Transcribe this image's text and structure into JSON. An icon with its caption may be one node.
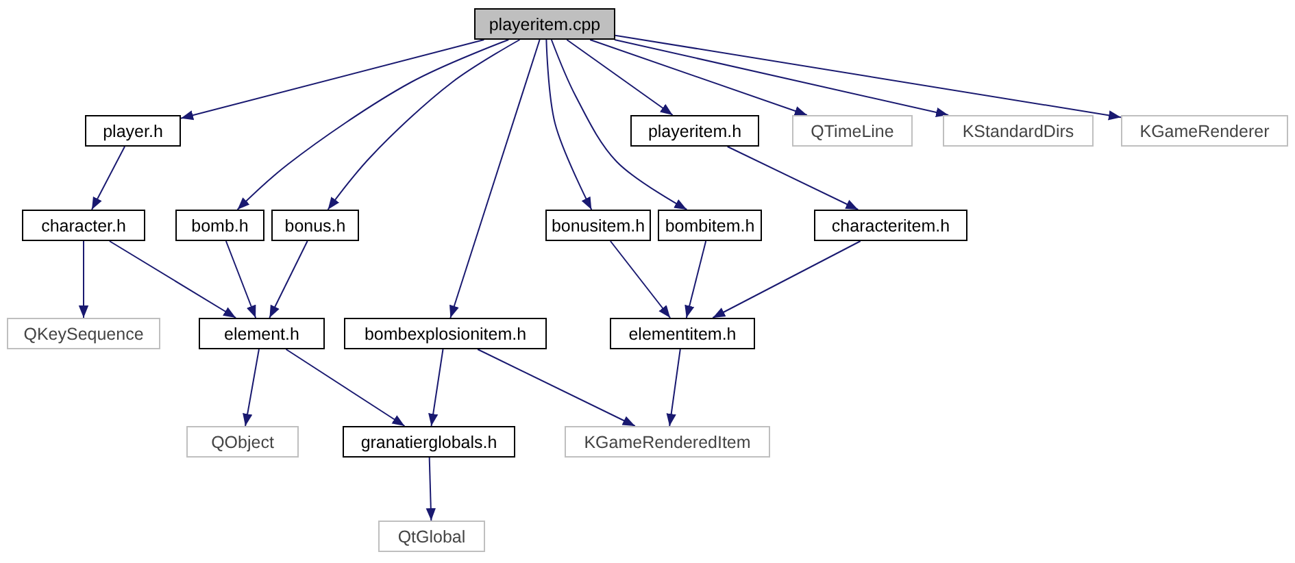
{
  "diagram": {
    "nodes": [
      {
        "text": [
          "playeritem.cpp"
        ]
      },
      {
        "text": [
          "player.h"
        ]
      },
      {
        "text": [
          "playeritem.h"
        ]
      },
      {
        "text": [
          "QTimeLine"
        ]
      },
      {
        "text": [
          "KStandardDirs"
        ]
      },
      {
        "text": [
          "KGameRenderer"
        ]
      },
      {
        "text": [
          "character.h"
        ]
      },
      {
        "text": [
          "bomb.h"
        ]
      },
      {
        "text": [
          "bonus.h"
        ]
      },
      {
        "text": [
          "bonusitem.h"
        ]
      },
      {
        "text": [
          "bombitem.h"
        ]
      },
      {
        "text": [
          "characteritem.h"
        ]
      },
      {
        "text": [
          "QKeySequence"
        ]
      },
      {
        "text": [
          "element.h"
        ]
      },
      {
        "text": [
          "bombexplosionitem.h"
        ]
      },
      {
        "text": [
          "elementitem.h"
        ]
      },
      {
        "text": [
          "QObject"
        ]
      },
      {
        "text": [
          "granatierglobals.h"
        ]
      },
      {
        "text": [
          "KGameRenderedItem"
        ]
      },
      {
        "text": [
          "QtGlobal"
        ]
      }
    ],
    "edges": [
      {
        "from": 0,
        "to": 1,
        "arrow": "to"
      },
      {
        "from": 0,
        "to": 7,
        "arrow": "to"
      },
      {
        "from": 0,
        "to": 8,
        "arrow": "to"
      },
      {
        "from": 0,
        "to": 14,
        "arrow": "to"
      },
      {
        "from": 0,
        "to": 9,
        "arrow": "to"
      },
      {
        "from": 0,
        "to": 10,
        "arrow": "to"
      },
      {
        "from": 0,
        "to": 2,
        "arrow": "to"
      },
      {
        "from": 0,
        "to": 3,
        "arrow": "to"
      },
      {
        "from": 0,
        "to": 4,
        "arrow": "to"
      },
      {
        "from": 0,
        "to": 5,
        "arrow": "to"
      },
      {
        "from": 1,
        "to": 6,
        "arrow": "to"
      },
      {
        "from": 6,
        "to": 12,
        "arrow": "to"
      },
      {
        "from": 6,
        "to": 13,
        "arrow": "to"
      },
      {
        "from": 7,
        "to": 13,
        "arrow": "to"
      },
      {
        "from": 8,
        "to": 13,
        "arrow": "to"
      },
      {
        "from": 13,
        "to": 16,
        "arrow": "to"
      },
      {
        "from": 13,
        "to": 17,
        "arrow": "to"
      },
      {
        "from": 14,
        "to": 17,
        "arrow": "to"
      },
      {
        "from": 14,
        "to": 18,
        "arrow": "to"
      },
      {
        "from": 9,
        "to": 15,
        "arrow": "to"
      },
      {
        "from": 10,
        "to": 15,
        "arrow": "to"
      },
      {
        "from": 2,
        "to": 11,
        "arrow": "to"
      },
      {
        "from": 11,
        "to": 15,
        "arrow": "to"
      },
      {
        "from": 17,
        "to": 19,
        "arrow": "to"
      },
      {
        "from": 15,
        "to": 18,
        "arrow": "to"
      }
    ]
  }
}
